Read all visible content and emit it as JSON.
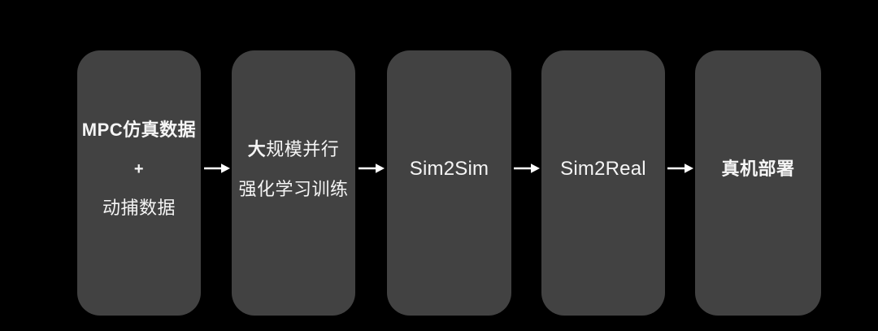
{
  "colors": {
    "background": "#000000",
    "node_fill": "#424242",
    "text": "#f5f5f5",
    "arrow": "#ffffff"
  },
  "flow": {
    "nodes": [
      {
        "lines": [
          {
            "text": "MPC仿真数据",
            "bold": true
          },
          {
            "text": "+",
            "bold": true
          },
          {
            "text": "动捕数据",
            "bold": false
          }
        ]
      },
      {
        "lines": [
          {
            "bold_prefix": "大",
            "text": "规模并行",
            "bold": false
          },
          {
            "text": "强化学习训练",
            "bold": false
          }
        ]
      },
      {
        "lines": [
          {
            "text": "Sim2Sim",
            "bold": false
          }
        ]
      },
      {
        "lines": [
          {
            "text": "Sim2Real",
            "bold": false
          }
        ]
      },
      {
        "lines": [
          {
            "text": "真机部署",
            "bold": true
          }
        ]
      }
    ]
  }
}
